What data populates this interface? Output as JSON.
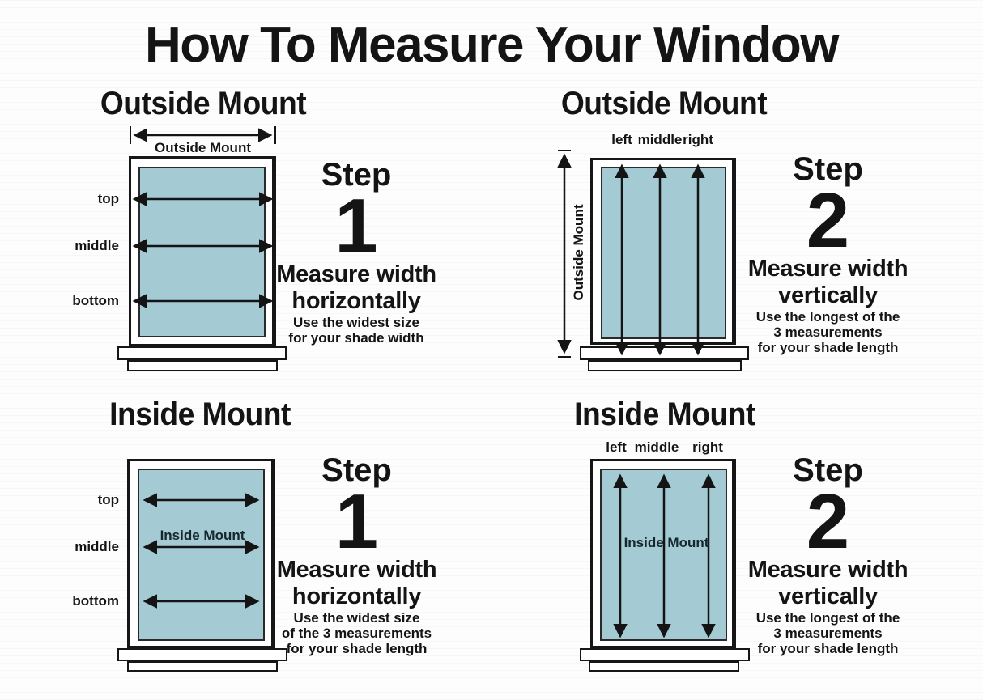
{
  "title": "How To Measure Your Window",
  "colors": {
    "pane": "#a4cad4",
    "ink": "#141414"
  },
  "quadrants": {
    "top_left": {
      "heading": "Outside Mount",
      "measure_label": "Outside Mount",
      "row_labels": [
        "top",
        "middle",
        "bottom"
      ],
      "step_label": "Step",
      "step_number": "1",
      "instruction_line1": "Measure width",
      "instruction_line2": "horizontally",
      "note_lines": [
        "Use the widest size",
        "for your shade width"
      ]
    },
    "top_right": {
      "heading": "Outside Mount",
      "measure_label": "Outside Mount",
      "col_labels": [
        "left",
        "middle",
        "right"
      ],
      "step_label": "Step",
      "step_number": "2",
      "instruction_line1": "Measure width",
      "instruction_line2": "vertically",
      "note_lines": [
        "Use the longest of the",
        "3 measurements",
        "for your shade length"
      ]
    },
    "bottom_left": {
      "heading": "Inside Mount",
      "pane_label": "Inside Mount",
      "row_labels": [
        "top",
        "middle",
        "bottom"
      ],
      "step_label": "Step",
      "step_number": "1",
      "instruction_line1": "Measure width",
      "instruction_line2": "horizontally",
      "note_lines": [
        "Use the widest size",
        "of the 3 measurements",
        "for your shade length"
      ]
    },
    "bottom_right": {
      "heading": "Inside Mount",
      "pane_label": "Inside Mount",
      "col_labels": [
        "left",
        "middle",
        "right"
      ],
      "step_label": "Step",
      "step_number": "2",
      "instruction_line1": "Measure width",
      "instruction_line2": "vertically",
      "note_lines": [
        "Use the longest of the",
        "3 measurements",
        "for your shade length"
      ]
    }
  }
}
